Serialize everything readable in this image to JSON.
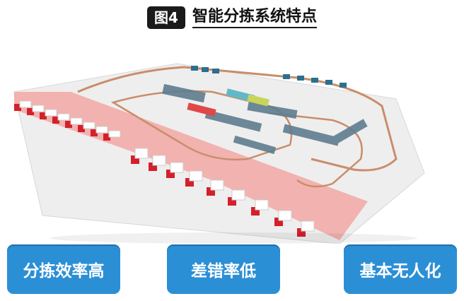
{
  "header": {
    "figure_label": "图4",
    "title": "智能分拣系统特点"
  },
  "features": [
    {
      "label": "分拣效率高"
    },
    {
      "label": "差错率低"
    },
    {
      "label": "基本无人化"
    }
  ],
  "colors": {
    "badge_bg": "#1a1a1a",
    "feature_bg": "#2b8fd6",
    "dock_zone": "#f2a7a5",
    "floor": "#f1f1f1",
    "conveyor": "#c98d6a",
    "truck_cab": "#d4202a"
  }
}
